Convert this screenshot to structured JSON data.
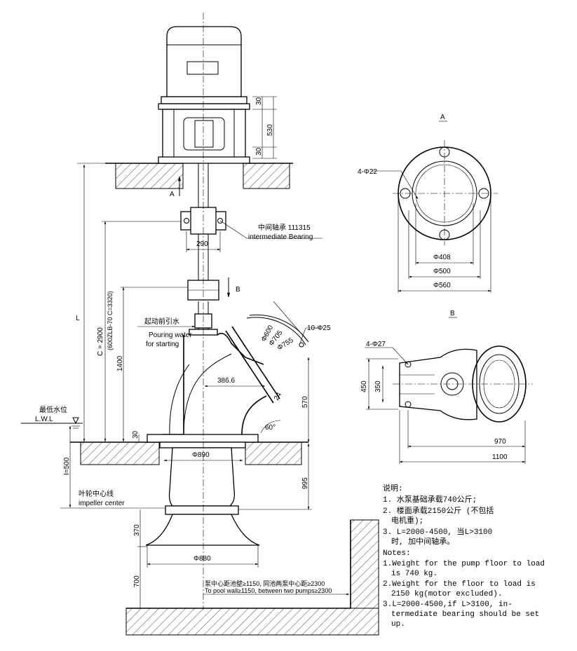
{
  "dimensions": {
    "d30_top": "30",
    "d530": "530",
    "d30_mid": "30",
    "d290": "290",
    "L": "L",
    "C": "C = 2900",
    "C_alt": "(600ZLB-70 C=3320)",
    "d1400": "1400",
    "d386": "386.6",
    "d570": "570",
    "d30_low": "30",
    "d890": "Φ890",
    "d995": "995",
    "i500": "I=500",
    "d370": "370",
    "d880": "Φ880",
    "d700": "700",
    "d600": "Φ600",
    "d705": "Φ705",
    "d755": "Φ755",
    "bolts_outlet": "10-Φ25",
    "d24": "24",
    "angle": "60°",
    "bolts_a": "4-Φ22",
    "d408": "Φ408",
    "d500": "Φ500",
    "d560": "Φ560",
    "bolts_b": "4-Φ27",
    "d450": "450",
    "d350": "350",
    "d970": "970",
    "d1100": "1100"
  },
  "labels": {
    "view_a_arrow": "A",
    "view_b_arrow": "B",
    "view_a_title": "A",
    "view_b_title": "B",
    "bearing_cn": "中间轴承  111315",
    "bearing_en": "intermediate  Bearing",
    "priming_cn": "起动前引水",
    "priming_en1": "Pouring water",
    "priming_en2": "for starting",
    "lwl_cn": "最低水位",
    "lwl_en": "L.W.L",
    "impeller_cn": "叶轮中心线",
    "impeller_en": "impeller center",
    "wall_cn": "泵中心距池壁≥1150, 同池两泵中心距≥2300",
    "wall_en": "To pool wall≥1150, between two pumps≥2300"
  },
  "notes": {
    "cn_title": "说明:",
    "cn_1": "1. 水泵基础承载740公斤;",
    "cn_2a": "2. 楼面承载2150公斤 (不包括",
    "cn_2b": "电机重);",
    "cn_3a": "3. L=2000-4500, 当L>3100",
    "cn_3b": "时, 加中间轴承。",
    "en_title": "Notes:",
    "en_1a": "1.Weight for the pump floor to load",
    "en_1b": "is 740 kg.",
    "en_2a": "2.Weight for the floor to load is",
    "en_2b": "2150 kg(motor excluded).",
    "en_3a": "3.L=2000-4500,if L>3100, in-",
    "en_3b": "termediate bearing should be set",
    "en_3c": "up."
  }
}
